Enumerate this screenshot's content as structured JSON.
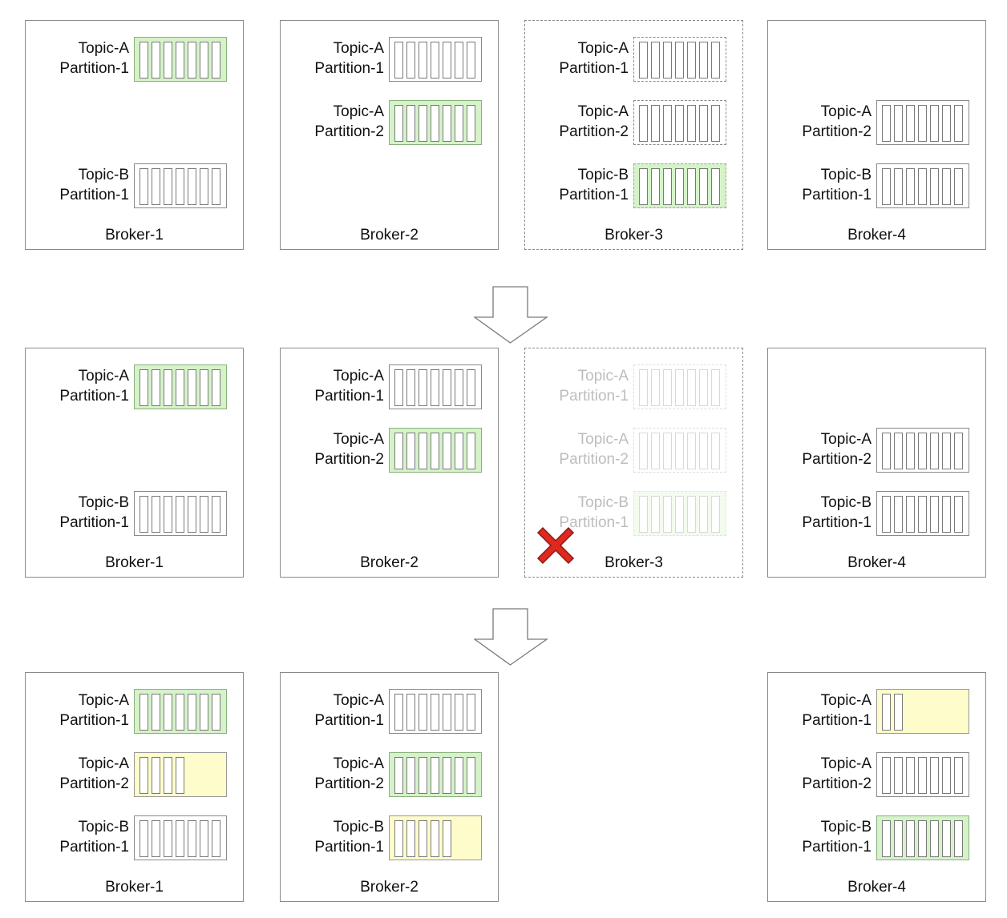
{
  "rows": [
    {
      "brokers": [
        {
          "label": "Broker-1",
          "style": "solid",
          "faded": false,
          "failed": false,
          "partitions": [
            {
              "topic": "Topic-A",
              "partition": "Partition-1",
              "slot": 0,
              "fill": 1,
              "color": "green",
              "dashed": false
            },
            {
              "topic": "Topic-B",
              "partition": "Partition-1",
              "slot": 2,
              "fill": 1,
              "color": "white",
              "dashed": false
            }
          ]
        },
        {
          "label": "Broker-2",
          "style": "solid",
          "faded": false,
          "failed": false,
          "partitions": [
            {
              "topic": "Topic-A",
              "partition": "Partition-1",
              "slot": 0,
              "fill": 1,
              "color": "white",
              "dashed": false
            },
            {
              "topic": "Topic-A",
              "partition": "Partition-2",
              "slot": 1,
              "fill": 1,
              "color": "green",
              "dashed": false
            }
          ]
        },
        {
          "label": "Broker-3",
          "style": "dashed",
          "faded": false,
          "failed": false,
          "partitions": [
            {
              "topic": "Topic-A",
              "partition": "Partition-1",
              "slot": 0,
              "fill": 1,
              "color": "white",
              "dashed": true
            },
            {
              "topic": "Topic-A",
              "partition": "Partition-2",
              "slot": 1,
              "fill": 1,
              "color": "white",
              "dashed": true
            },
            {
              "topic": "Topic-B",
              "partition": "Partition-1",
              "slot": 2,
              "fill": 1,
              "color": "green",
              "dashed": true
            }
          ]
        },
        {
          "label": "Broker-4",
          "style": "solid",
          "faded": false,
          "failed": false,
          "partitions": [
            {
              "topic": "Topic-A",
              "partition": "Partition-2",
              "slot": 1,
              "fill": 1,
              "color": "white",
              "dashed": false
            },
            {
              "topic": "Topic-B",
              "partition": "Partition-1",
              "slot": 2,
              "fill": 1,
              "color": "white",
              "dashed": false
            }
          ]
        }
      ]
    },
    {
      "brokers": [
        {
          "label": "Broker-1",
          "style": "solid",
          "faded": false,
          "failed": false,
          "partitions": [
            {
              "topic": "Topic-A",
              "partition": "Partition-1",
              "slot": 0,
              "fill": 1,
              "color": "green",
              "dashed": false
            },
            {
              "topic": "Topic-B",
              "partition": "Partition-1",
              "slot": 2,
              "fill": 1,
              "color": "white",
              "dashed": false
            }
          ]
        },
        {
          "label": "Broker-2",
          "style": "solid",
          "faded": false,
          "failed": false,
          "partitions": [
            {
              "topic": "Topic-A",
              "partition": "Partition-1",
              "slot": 0,
              "fill": 1,
              "color": "white",
              "dashed": false
            },
            {
              "topic": "Topic-A",
              "partition": "Partition-2",
              "slot": 1,
              "fill": 1,
              "color": "green",
              "dashed": false
            }
          ]
        },
        {
          "label": "Broker-3",
          "style": "dashed",
          "faded": true,
          "failed": true,
          "partitions": [
            {
              "topic": "Topic-A",
              "partition": "Partition-1",
              "slot": 0,
              "fill": 1,
              "color": "white",
              "dashed": true
            },
            {
              "topic": "Topic-A",
              "partition": "Partition-2",
              "slot": 1,
              "fill": 1,
              "color": "white",
              "dashed": true
            },
            {
              "topic": "Topic-B",
              "partition": "Partition-1",
              "slot": 2,
              "fill": 1,
              "color": "green",
              "dashed": true
            }
          ]
        },
        {
          "label": "Broker-4",
          "style": "solid",
          "faded": false,
          "failed": false,
          "partitions": [
            {
              "topic": "Topic-A",
              "partition": "Partition-2",
              "slot": 1,
              "fill": 1,
              "color": "white",
              "dashed": false
            },
            {
              "topic": "Topic-B",
              "partition": "Partition-1",
              "slot": 2,
              "fill": 1,
              "color": "white",
              "dashed": false
            }
          ]
        }
      ]
    },
    {
      "brokers": [
        {
          "label": "Broker-1",
          "style": "solid",
          "faded": false,
          "failed": false,
          "partitions": [
            {
              "topic": "Topic-A",
              "partition": "Partition-1",
              "slot": 0,
              "fill": 1,
              "color": "green",
              "dashed": false
            },
            {
              "topic": "Topic-A",
              "partition": "Partition-2",
              "slot": 1,
              "fill": 0.57,
              "color": "yellow",
              "dashed": false
            },
            {
              "topic": "Topic-B",
              "partition": "Partition-1",
              "slot": 2,
              "fill": 1,
              "color": "white",
              "dashed": false
            }
          ]
        },
        {
          "label": "Broker-2",
          "style": "solid",
          "faded": false,
          "failed": false,
          "partitions": [
            {
              "topic": "Topic-A",
              "partition": "Partition-1",
              "slot": 0,
              "fill": 1,
              "color": "white",
              "dashed": false
            },
            {
              "topic": "Topic-A",
              "partition": "Partition-2",
              "slot": 1,
              "fill": 1,
              "color": "green",
              "dashed": false
            },
            {
              "topic": "Topic-B",
              "partition": "Partition-1",
              "slot": 2,
              "fill": 0.71,
              "color": "yellow",
              "dashed": false
            }
          ]
        },
        null,
        {
          "label": "Broker-4",
          "style": "solid",
          "faded": false,
          "failed": false,
          "partitions": [
            {
              "topic": "Topic-A",
              "partition": "Partition-1",
              "slot": 0,
              "fill": 0.29,
              "color": "yellow",
              "dashed": false
            },
            {
              "topic": "Topic-A",
              "partition": "Partition-2",
              "slot": 1,
              "fill": 1,
              "color": "white",
              "dashed": false
            },
            {
              "topic": "Topic-B",
              "partition": "Partition-1",
              "slot": 2,
              "fill": 1,
              "color": "green",
              "dashed": false
            }
          ]
        }
      ]
    }
  ],
  "arrows": [
    "down-arrow",
    "down-arrow"
  ],
  "colors": {
    "green_fill": "#d5f2c9",
    "yellow_fill": "#fdfcca",
    "border": "#8a8a8a",
    "failure_x": "#e0281f"
  }
}
